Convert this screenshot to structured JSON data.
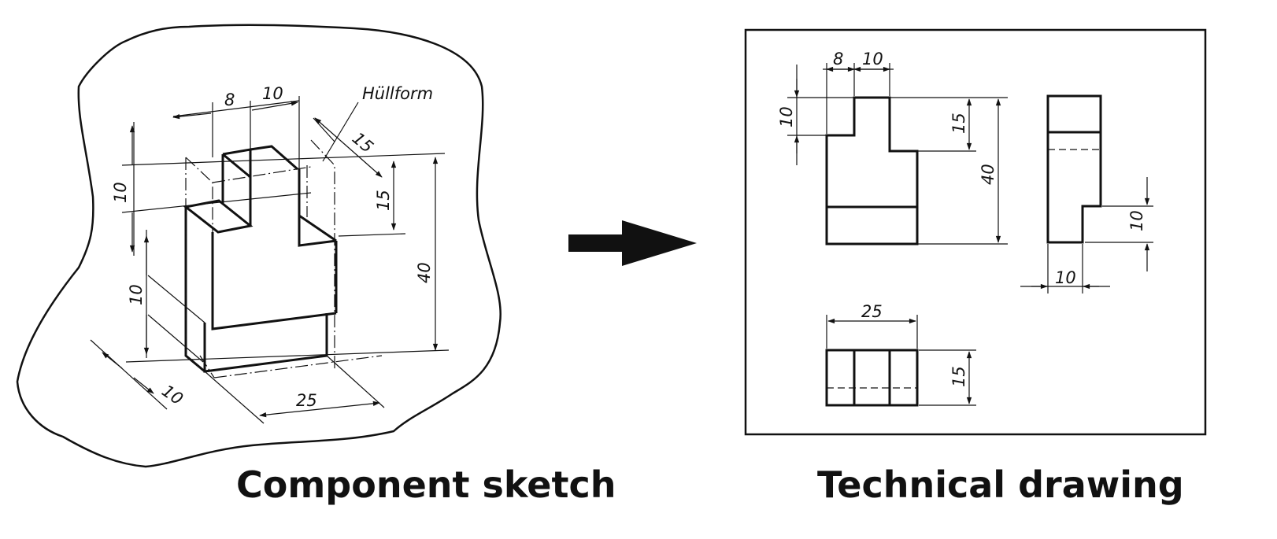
{
  "captions": {
    "left": "Component sketch",
    "right": "Technical drawing"
  },
  "sketch": {
    "annotation": "Hüllform",
    "dimensions": {
      "top_a": "8",
      "top_b": "10",
      "depth_top": "15",
      "step_depth": "15",
      "left_upper": "10",
      "left_lower": "10",
      "height": "40",
      "bottom_depth": "10",
      "width": "25"
    }
  },
  "drawing": {
    "front_view": {
      "dims": {
        "top_a": "8",
        "top_b": "10",
        "left": "10",
        "right_inner": "15",
        "height": "40"
      }
    },
    "side_view": {
      "dims": {
        "step_height": "10",
        "bottom": "10"
      }
    },
    "top_view": {
      "dims": {
        "width": "25",
        "depth": "15"
      }
    }
  },
  "colors": {
    "ink": "#111111",
    "background": "#ffffff"
  }
}
